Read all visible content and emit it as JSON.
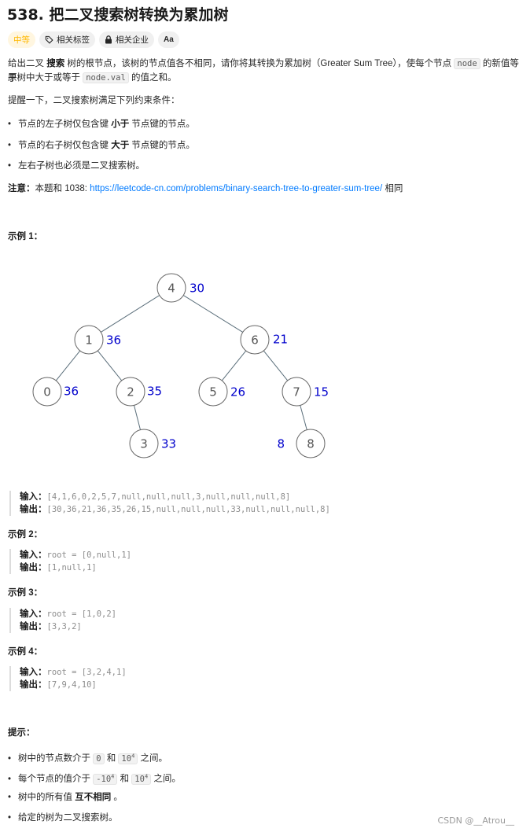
{
  "problem": {
    "title": "538. 把二叉搜索树转换为累加树",
    "tags": {
      "difficulty": "中等",
      "topics": "相关标签",
      "companies": "相关企业",
      "font_toggle": "Aa"
    },
    "desc_line1_a": "给出二叉 ",
    "desc_line1_b": "搜索",
    "desc_line1_c": " 树的根节点，该树的节点值各不相同，请你将其转换为累加树（Greater Sum Tree），使每个节点 ",
    "desc_code_node": "node",
    "desc_line1_d": " 的新值等于",
    "desc_line2_a": "原树中大于或等于 ",
    "desc_code_nodeval": "node.val",
    "desc_line2_b": " 的值之和。",
    "reminder": "提醒一下，二叉搜索树满足下列约束条件：",
    "constraints": [
      {
        "a": "节点的左子树仅包含键 ",
        "b": "小于",
        "c": " 节点键的节点。"
      },
      {
        "a": "节点的右子树仅包含键 ",
        "b": "大于",
        "c": " 节点键的节点。"
      },
      {
        "a": "左右子树也必须是二叉搜索树。",
        "b": "",
        "c": ""
      }
    ],
    "note_label": "注意：",
    "note_text_a": "本题和 1038: ",
    "note_link": "https://leetcode-cn.com/problems/binary-search-tree-to-greater-sum-tree/",
    "note_text_b": " 相同"
  },
  "tree": {
    "nodes": [
      {
        "id": "4",
        "sum": "30"
      },
      {
        "id": "1",
        "sum": "36"
      },
      {
        "id": "6",
        "sum": "21"
      },
      {
        "id": "0",
        "sum": "36"
      },
      {
        "id": "2",
        "sum": "35"
      },
      {
        "id": "5",
        "sum": "26"
      },
      {
        "id": "7",
        "sum": "15"
      },
      {
        "id": "3",
        "sum": "33"
      },
      {
        "id": "8",
        "sum": "8"
      }
    ],
    "colors": {
      "node_stroke": "#666666",
      "edge": "#5a6e7a",
      "sum_label": "#0000cc"
    }
  },
  "examples": [
    {
      "title": "示例 1：",
      "input_label": "输入：",
      "input": "[4,1,6,0,2,5,7,null,null,null,3,null,null,null,8]",
      "output_label": "输出：",
      "output": "[30,36,21,36,35,26,15,null,null,null,33,null,null,null,8]"
    },
    {
      "title": "示例 2：",
      "input_label": "输入：",
      "input": "root = [0,null,1]",
      "output_label": "输出：",
      "output": "[1,null,1]"
    },
    {
      "title": "示例 3：",
      "input_label": "输入：",
      "input": "root = [1,0,2]",
      "output_label": "输出：",
      "output": "[3,3,2]"
    },
    {
      "title": "示例 4：",
      "input_label": "输入：",
      "input": "root = [3,2,4,1]",
      "output_label": "输出：",
      "output": "[7,9,4,10]"
    }
  ],
  "hints": {
    "title": "提示：",
    "items": [
      {
        "a": "树中的节点数介于 ",
        "c1": "0",
        "m": " 和 ",
        "c2base": "10",
        "c2sup": "4",
        "e": " 之间。"
      },
      {
        "a": "每个节点的值介于 ",
        "c1": "-10",
        "c1sup": "4",
        "m": " 和 ",
        "c2base": "10",
        "c2sup": "4",
        "e": " 之间。"
      },
      {
        "a": "树中的所有值 ",
        "b": "互不相同",
        "e": " 。"
      },
      {
        "a": "给定的树为二叉搜索树。"
      }
    ]
  },
  "watermark": "CSDN @__Atrou__"
}
